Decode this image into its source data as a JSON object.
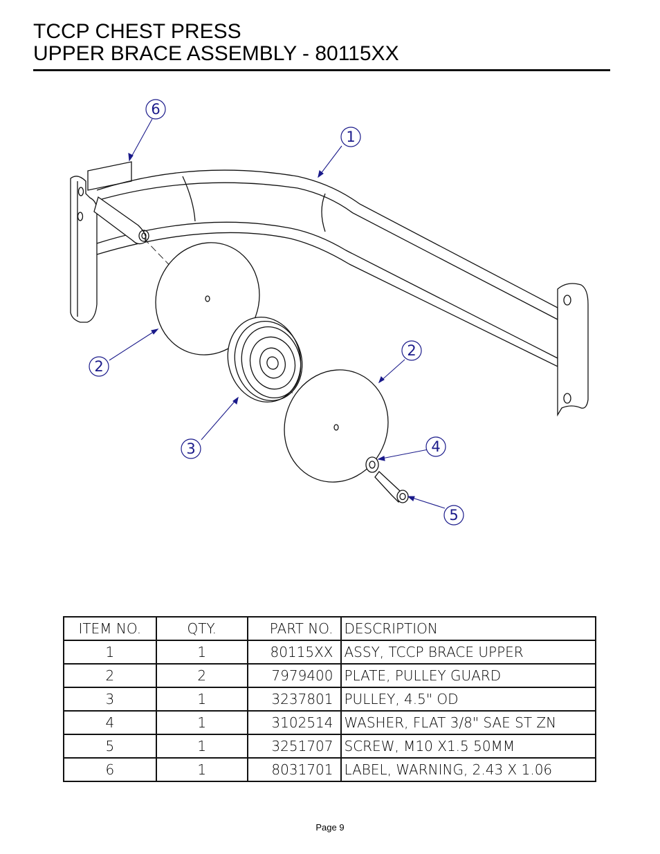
{
  "header": {
    "title_line1": "TCCP CHEST PRESS",
    "title_line2": "UPPER BRACE ASSEMBLY - 80115XX"
  },
  "callouts": [
    "6",
    "1",
    "2",
    "2",
    "3",
    "4",
    "5"
  ],
  "bom": {
    "headers": [
      "ITEM NO.",
      "QTY.",
      "PART NO.",
      "DESCRIPTION"
    ],
    "rows": [
      [
        "1",
        "1",
        "80115XX",
        "ASSY, TCCP BRACE UPPER"
      ],
      [
        "2",
        "2",
        "7979400",
        "PLATE, PULLEY GUARD"
      ],
      [
        "3",
        "1",
        "3237801",
        "PULLEY, 4.5\" OD"
      ],
      [
        "4",
        "1",
        "3102514",
        "WASHER, FLAT 3/8\" SAE ST ZN"
      ],
      [
        "5",
        "1",
        "3251707",
        "SCREW, M10 X1.5 50MM"
      ],
      [
        "6",
        "1",
        "8031701",
        "LABEL, WARNING, 2.43 X 1.06"
      ]
    ]
  },
  "footer": {
    "page": "Page 9"
  },
  "colors": {
    "callout": "#1a1a8a",
    "line": "#111111"
  }
}
